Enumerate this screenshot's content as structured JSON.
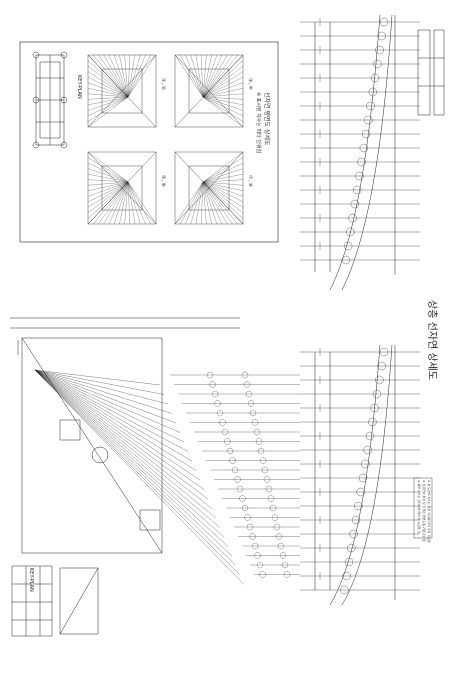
{
  "sheet_title": "상층 선자연 상세도",
  "inset_title": "선자연 평면도 상세도",
  "inset_subtitle": "※ 표시된 치수는 미터 단위임",
  "keyplan_top": "KEY-PLAN",
  "keyplan_bottom": "KEY-PLAN",
  "quadrant_labels": [
    "①, ②",
    "③, ④",
    "⑤, ⑥",
    "⑦, ⑧"
  ],
  "notes_bottom": [
    "※ 본 도면의 치수는 현장 여건에 따라 조정 가능함",
    "※ 선자연의 위치 및 간격은 평면도를 기준으로 함",
    "※ 세부 치수는 감리자와 협의 후 시공할 것"
  ],
  "colors": {
    "line": "#222222",
    "paper": "#ffffff"
  }
}
